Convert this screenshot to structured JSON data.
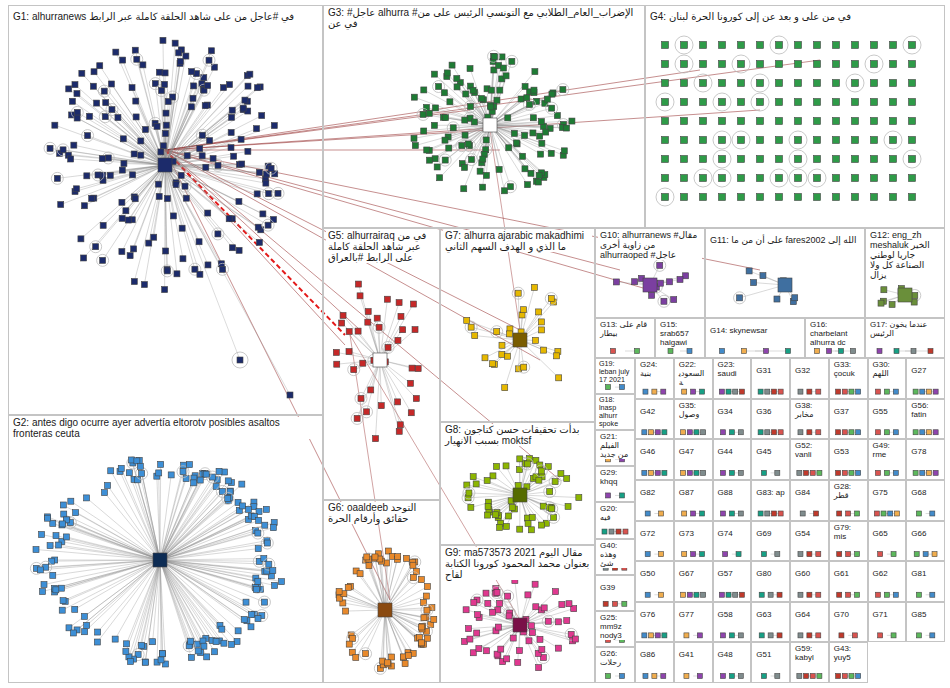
{
  "diagram": {
    "nodes": [
      {
        "text": [
          "G1: alhurranews في #عاجل من على شاهد الحلقة كاملة عبر الرابط"
        ]
      },
      {
        "text": [
          "G3: #عاجل alhurra #الإضراب_العام_الطلابي مع التونسي الرئيس على من في عن"
        ]
      },
      {
        "text": [
          "G4: في من على و بعد عن إلى كورونا الحرة لبنان"
        ]
      },
      {
        "text": [
          "G5: alhurrairaq في من عبر شاهد الحلقة كاملة على الرابط #بالعراق"
        ]
      },
      {
        "text": [
          "G7: alhurra ajarabic makadhimi ما الذي و الهدف السهم الثاني"
        ]
      },
      {
        "text": [
          "G10: alhurranews #مقال من زاوية أخرى alhurraoped #عاجل"
        ]
      },
      {
        "text": [
          "G11: على أن من ما fares2002 الله إلى"
        ]
      },
      {
        "text": [
          "G12: eng_zh meshaluk الخير جاريا لوطني الصناعة كل ولا يزال"
        ]
      },
      {
        "text": [
          "G13: قام على بيطار"
        ]
      },
      {
        "text": [
          "G15: srab657 halgawi"
        ]
      },
      {
        "text": [
          "G14: skynewsar"
        ]
      },
      {
        "text": [
          "G16: charbelant alhurra dc"
        ]
      },
      {
        "text": [
          "G17: عندما يخون الرئيس"
        ]
      },
      {
        "text": [
          "G8: بدأت تحقيقات حسن كتاجون بسبب الانهيار moktsf"
        ]
      },
      {
        "text": [
          "G2: antes digo ocurre ayer advertía eltorotv posibles asaltos fronteras ceuta"
        ]
      },
      {
        "text": [
          "G6: oaaldeeb التوحد حقائق وأرقام الحرة"
        ]
      },
      {
        "text": [
          "G9: ma573573 مقال اليوم 2021 بعنوان محمد المحمود كورونا الكتابة لقاح"
        ]
      },
      {
        "text": [
          "G19: leban july 17 2021"
        ]
      },
      {
        "text": [
          "G18: lnasp alhurr spoke"
        ]
      },
      {
        "text": [
          "G21: الفيلم من جديد"
        ]
      },
      {
        "text": [
          "G29: khqq"
        ]
      },
      {
        "text": [
          "G20: فيه"
        ]
      },
      {
        "text": [
          "G40: وهذه شئ"
        ]
      },
      {
        "text": [
          "G39"
        ]
      },
      {
        "text": [
          "G25: mm9z nody3"
        ]
      },
      {
        "text": [
          "G26: رحلات"
        ]
      },
      {
        "text": [
          "G24: بنية"
        ]
      },
      {
        "text": [
          "G22: السعودية"
        ]
      },
      {
        "text": [
          "G23: saudi"
        ]
      },
      {
        "text": [
          "G31"
        ]
      },
      {
        "text": [
          "G32"
        ]
      },
      {
        "text": [
          "G33: çocuk"
        ]
      },
      {
        "text": [
          "G30: اللهم"
        ]
      },
      {
        "text": [
          "G27"
        ]
      },
      {
        "text": [
          "G42"
        ]
      },
      {
        "text": [
          "G35: وصول"
        ]
      },
      {
        "text": [
          "G34"
        ]
      },
      {
        "text": [
          "G36"
        ]
      },
      {
        "text": [
          "G38: مخابر"
        ]
      },
      {
        "text": [
          "G37"
        ]
      },
      {
        "text": [
          "G55"
        ]
      },
      {
        "text": [
          "G56: fatin"
        ]
      },
      {
        "text": [
          "G46"
        ]
      },
      {
        "text": [
          "G47"
        ]
      },
      {
        "text": [
          "G44"
        ]
      },
      {
        "text": [
          "G45"
        ]
      },
      {
        "text": [
          "G52: vanli"
        ]
      },
      {
        "text": [
          "G53"
        ]
      },
      {
        "text": [
          "G49: rme"
        ]
      },
      {
        "text": [
          "G78"
        ]
      },
      {
        "text": [
          "G82"
        ]
      },
      {
        "text": [
          "G87"
        ]
      },
      {
        "text": [
          "G88"
        ]
      },
      {
        "text": [
          "G83: ap"
        ]
      },
      {
        "text": [
          "G84"
        ]
      },
      {
        "text": [
          "G28: قطر"
        ]
      },
      {
        "text": [
          "G75"
        ]
      },
      {
        "text": [
          "G68"
        ]
      },
      {
        "text": [
          "G72"
        ]
      },
      {
        "text": [
          "G73"
        ]
      },
      {
        "text": [
          "G74"
        ]
      },
      {
        "text": [
          "G69"
        ]
      },
      {
        "text": [
          "G54"
        ]
      },
      {
        "text": [
          "G79: mis"
        ]
      },
      {
        "text": [
          "G65"
        ]
      },
      {
        "text": [
          "G66"
        ]
      },
      {
        "text": [
          "G50"
        ]
      },
      {
        "text": [
          "G67"
        ]
      },
      {
        "text": [
          "G57"
        ]
      },
      {
        "text": [
          "G80"
        ]
      },
      {
        "text": [
          "G60"
        ]
      },
      {
        "text": [
          "G61"
        ]
      },
      {
        "text": [
          "G62"
        ]
      },
      {
        "text": [
          "G81"
        ]
      },
      {
        "text": [
          "G76"
        ]
      },
      {
        "text": [
          "G77"
        ]
      },
      {
        "text": [
          "G58"
        ]
      },
      {
        "text": [
          "G63"
        ]
      },
      {
        "text": [
          "G64"
        ]
      },
      {
        "text": [
          "G70"
        ]
      },
      {
        "text": [
          "G71"
        ]
      },
      {
        "text": [
          "G85"
        ]
      },
      {
        "text": [
          "G86"
        ]
      },
      {
        "text": [
          "G41"
        ]
      },
      {
        "text": [
          "G48"
        ]
      },
      {
        "text": [
          "G51"
        ]
      },
      {
        "text": [
          "G59: kabyl"
        ]
      },
      {
        "text": [
          "G43: yuy5"
        ]
      }
    ]
  }
}
